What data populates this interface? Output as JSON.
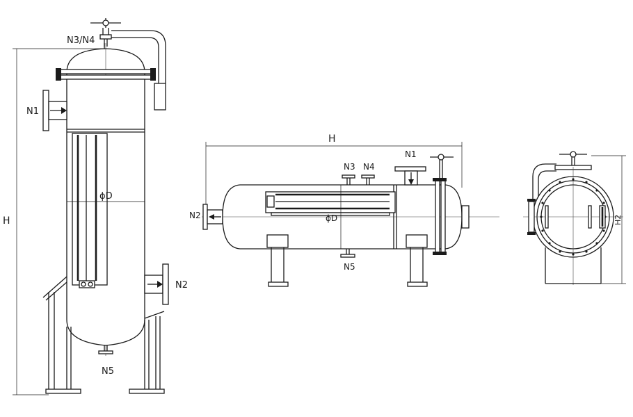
{
  "labels": {
    "vertical": {
      "h": "H",
      "n1": "N1",
      "n2": "N2",
      "n34": "N3/N4",
      "n5": "N5",
      "dia": "ϕD"
    },
    "horizontal": {
      "h": "H",
      "n1": "N1",
      "n2": "N2",
      "n3": "N3",
      "n4": "N4",
      "n5": "N5",
      "dia": "ϕD"
    },
    "end_view": {
      "h2": "H2"
    }
  },
  "colors": {
    "line": "#1a1a1a",
    "background": "#ffffff"
  },
  "icons": {
    "valve_handwheel": "handwheel-icon",
    "flow_arrow": "flow-arrow-icon"
  }
}
